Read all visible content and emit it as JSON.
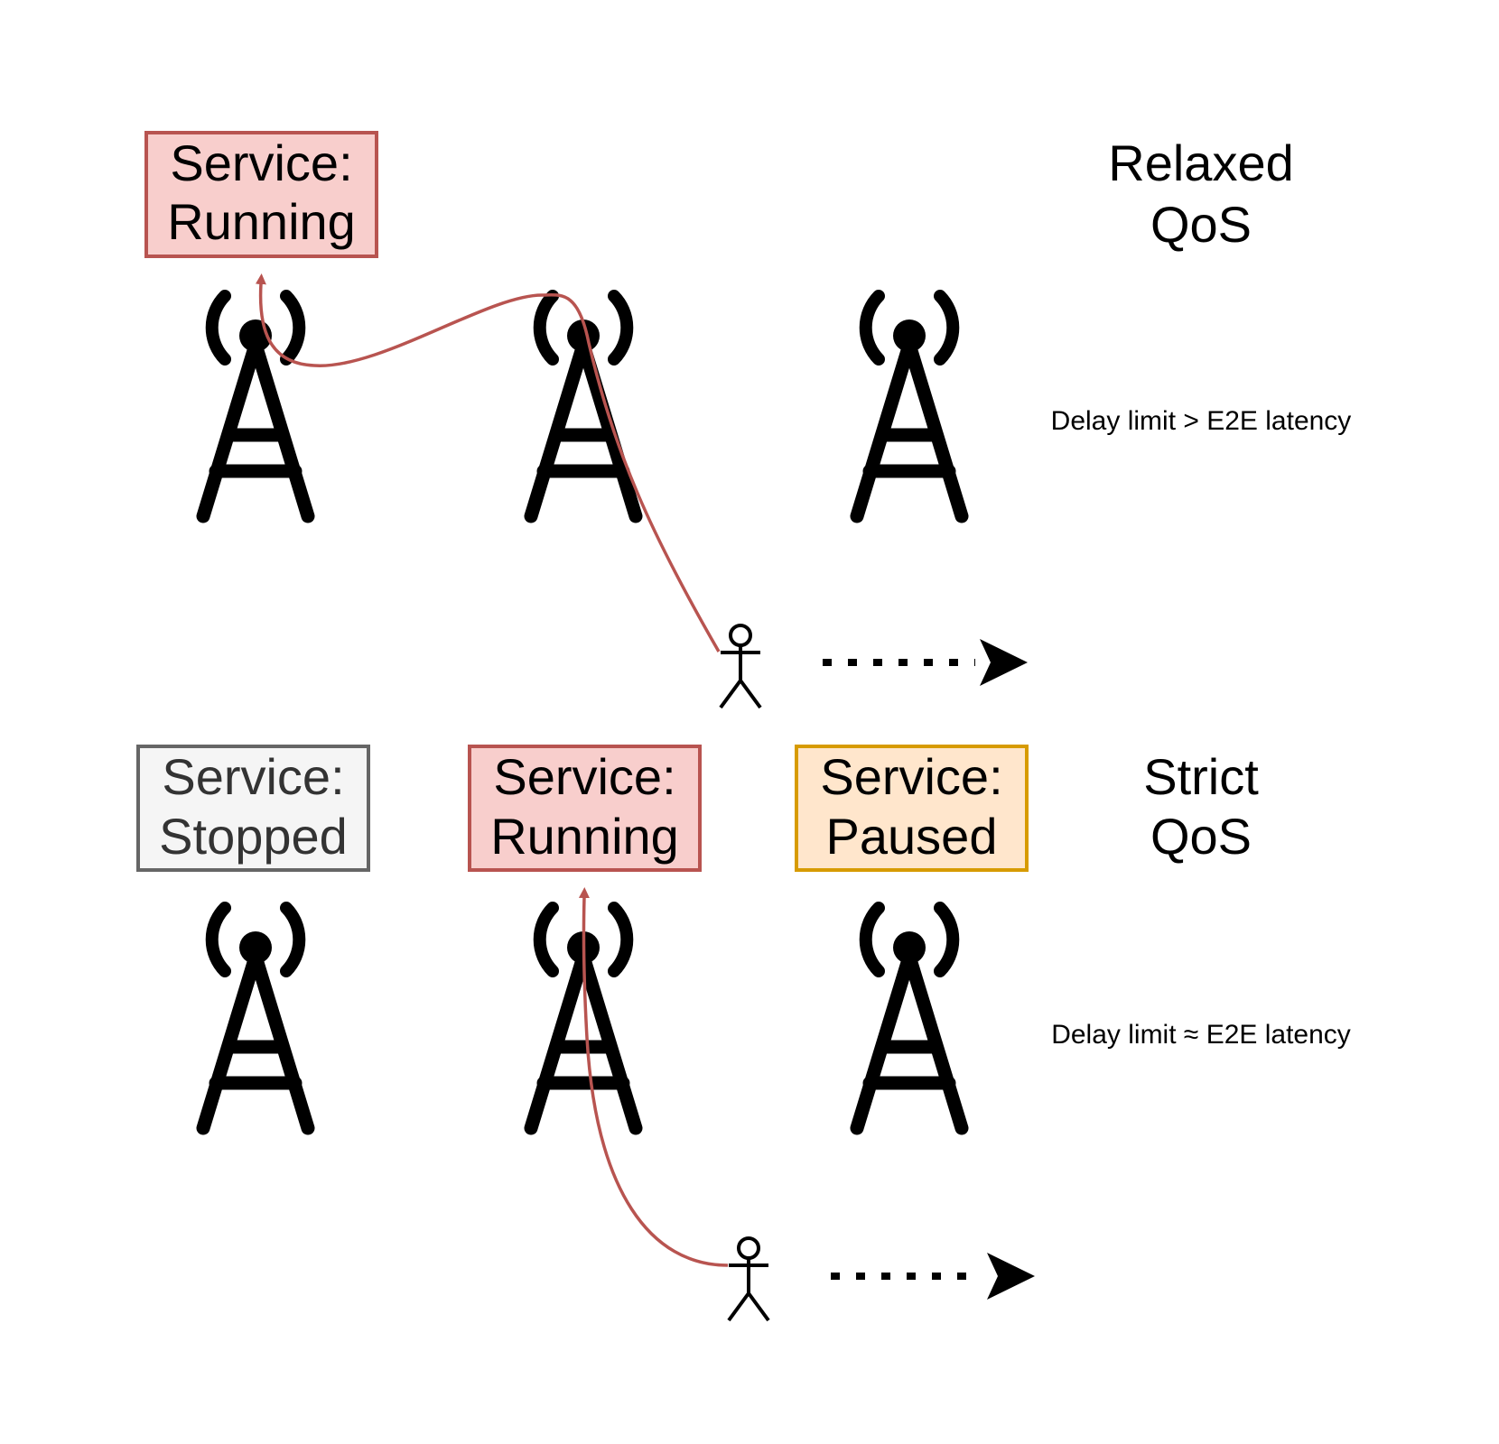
{
  "colors": {
    "running_fill": "#f8cecc",
    "running_stroke": "#b85450",
    "paused_fill": "#ffe6cc",
    "paused_stroke": "#d79b00",
    "stopped_fill": "#f5f5f5",
    "stopped_stroke": "#666666",
    "stopped_text": "#333333",
    "link": "#b85450",
    "ink": "#000000"
  },
  "relaxed": {
    "qos_line1": "Relaxed",
    "qos_line2": "QoS",
    "delay": "Delay limit > E2E latency",
    "service": {
      "line1": "Service:",
      "line2": "Running",
      "status": "running"
    }
  },
  "strict": {
    "qos_line1": "Strict",
    "qos_line2": "QoS",
    "delay": "Delay limit ≈ E2E latency",
    "services": [
      {
        "line1": "Service:",
        "line2": "Stopped",
        "status": "stopped"
      },
      {
        "line1": "Service:",
        "line2": "Running",
        "status": "running"
      },
      {
        "line1": "Service:",
        "line2": "Paused",
        "status": "paused"
      }
    ]
  },
  "icons": {
    "tower": "radio-tower-icon",
    "user": "stick-figure-icon",
    "motion": "dotted-arrow-icon"
  }
}
